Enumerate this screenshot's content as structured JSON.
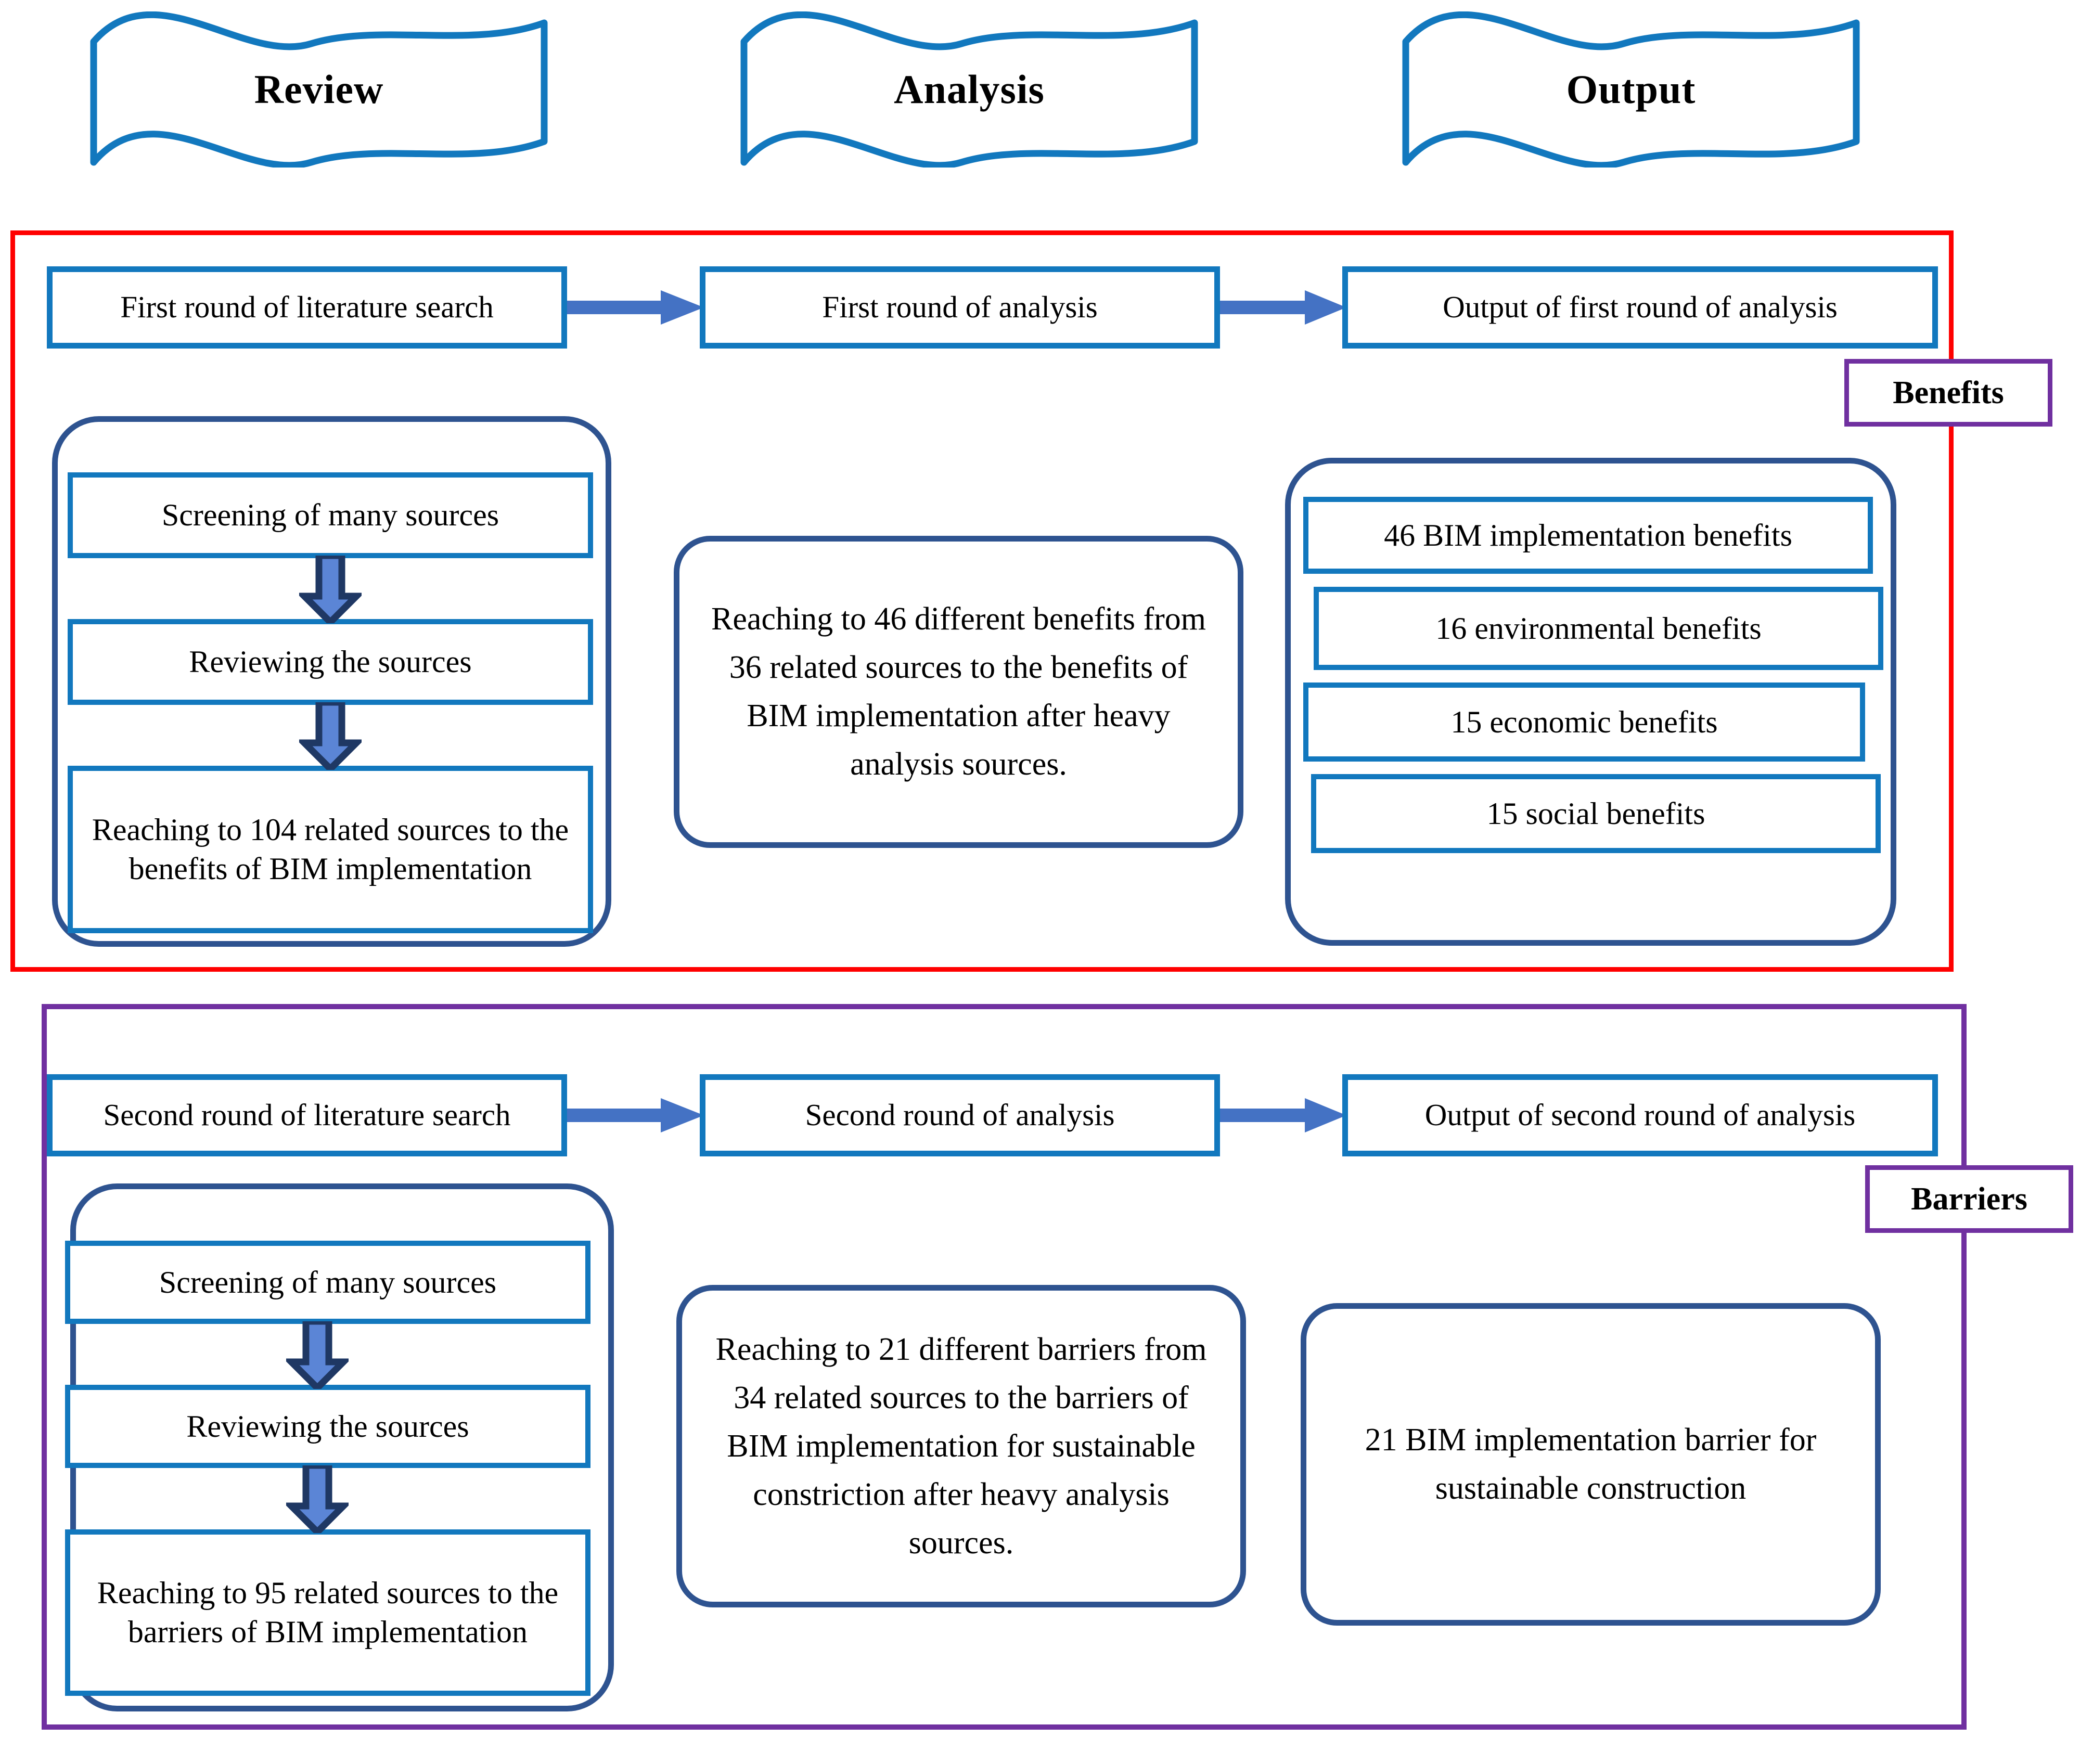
{
  "colors": {
    "box_blue": "#1278BE",
    "group_navy": "#2E5390",
    "arrow_blue": "#4472C4",
    "arrow_navy": "#1F3864",
    "benefits_frame": "#FF0000",
    "barriers_frame": "#7030A0",
    "badge_border": "#7030A0",
    "text": "#000000",
    "background": "#FFFFFF"
  },
  "banners": [
    {
      "label": "Review",
      "icon": "wavy-banner-icon"
    },
    {
      "label": "Analysis",
      "icon": "wavy-banner-icon"
    },
    {
      "label": "Output",
      "icon": "wavy-banner-icon"
    }
  ],
  "sections": [
    {
      "id": "benefits",
      "badge": "Benefits",
      "frame_color": "#FF0000",
      "pipeline": [
        "First round of literature search",
        "First round of analysis",
        "Output of first round of analysis"
      ],
      "review_steps": [
        "Screening of many sources",
        "Reviewing the sources",
        "Reaching to 104 related sources to the benefits of BIM implementation"
      ],
      "analysis_text": "Reaching to 46 different benefits from 36 related sources to the benefits of BIM implementation after heavy analysis sources.",
      "outputs": [
        "46 BIM implementation benefits",
        "16 environmental benefits",
        "15 economic benefits",
        "15 social benefits"
      ]
    },
    {
      "id": "barriers",
      "badge": "Barriers",
      "frame_color": "#7030A0",
      "pipeline": [
        "Second round of literature search",
        "Second round of analysis",
        "Output of second round of analysis"
      ],
      "review_steps": [
        "Screening of many sources",
        "Reviewing the sources",
        "Reaching to 95 related sources to the barriers of BIM implementation"
      ],
      "analysis_text": "Reaching to 21 different barriers from 34 related sources to the barriers of BIM implementation for sustainable constriction after heavy analysis sources.",
      "outputs": [
        "21 BIM implementation barrier for sustainable construction"
      ]
    }
  ],
  "icons": {
    "right_arrow": "arrow-right-icon",
    "down_arrow": "arrow-down-icon"
  }
}
